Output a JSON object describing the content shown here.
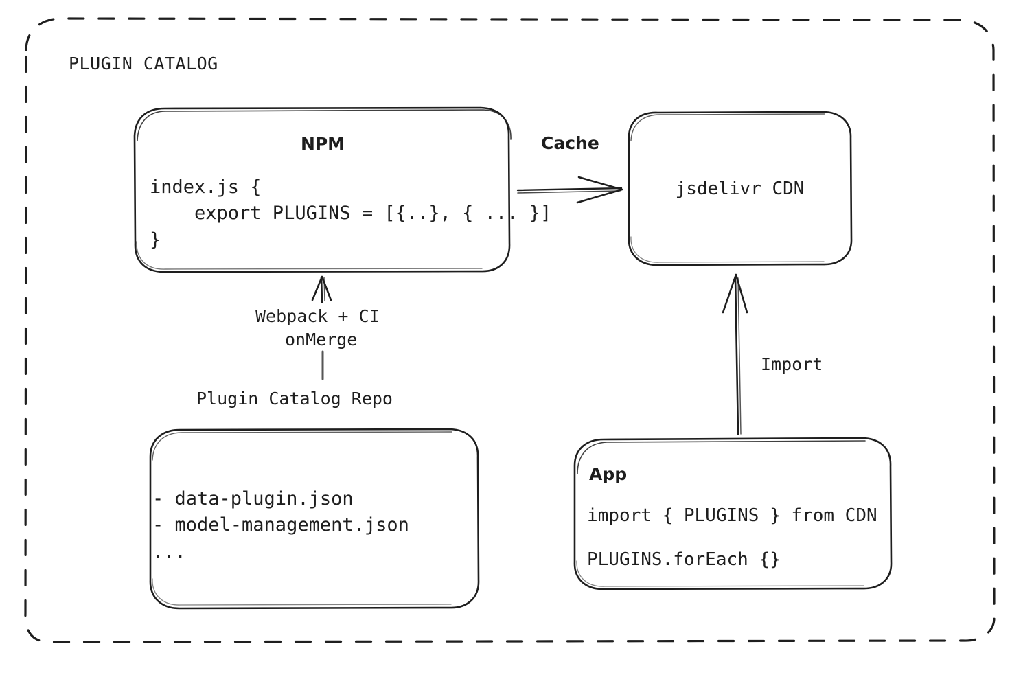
{
  "diagram": {
    "title": "PLUGIN CATALOG",
    "style": "hand-drawn",
    "stroke_color": "#1e1e1e",
    "background_color": "#ffffff"
  },
  "nodes": {
    "npm": {
      "title": "NPM",
      "code": "index.js {\n    export PLUGINS = [{..}, { ... }]\n}"
    },
    "cdn": {
      "title": "jsdelivr CDN"
    },
    "repo": {
      "caption": "Plugin Catalog Repo",
      "files": "- data-plugin.json\n- model-management.json\n..."
    },
    "app": {
      "title": "App",
      "line1": "import { PLUGINS } from CDN",
      "line2": "PLUGINS.forEach {}"
    }
  },
  "edges": {
    "npm_to_cdn": {
      "label": "Cache"
    },
    "repo_to_npm": {
      "label_line1": "Webpack + CI",
      "label_line2": "onMerge"
    },
    "app_to_cdn": {
      "label": "Import"
    }
  }
}
